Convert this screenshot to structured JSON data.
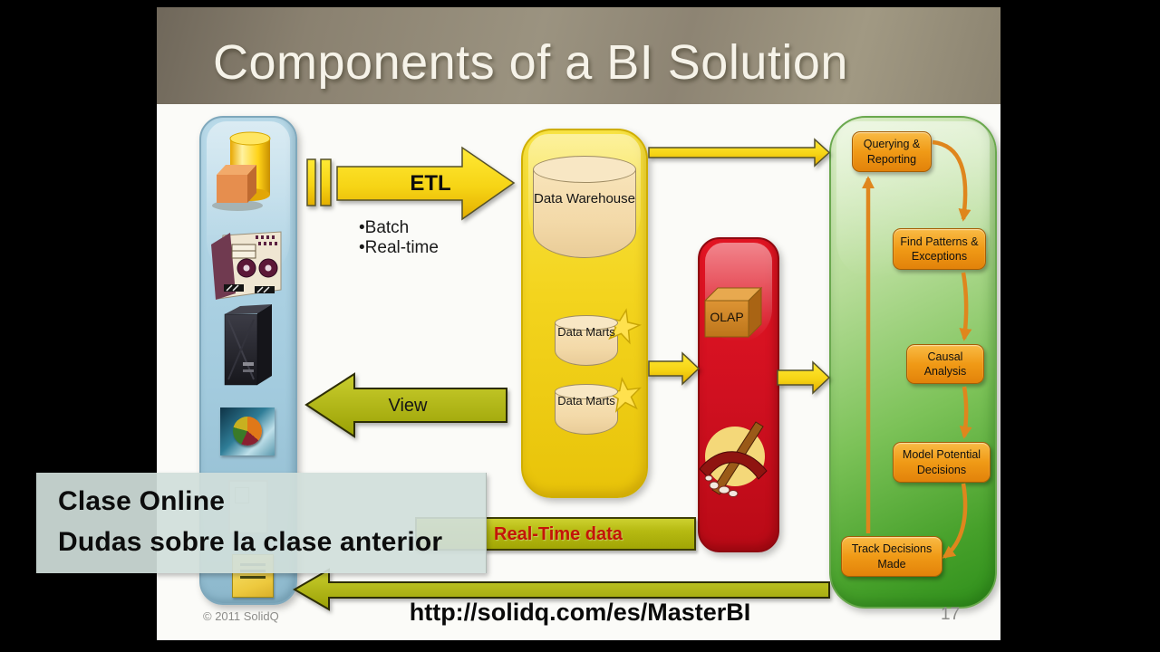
{
  "slide": {
    "title": "Components of a BI Solution",
    "footer_url": "http://solidq.com/es/MasterBI",
    "copyright": "© 2011 SolidQ",
    "page_number": "17"
  },
  "etl": {
    "label": "ETL",
    "bullet_1": "•Batch",
    "bullet_2": "•Real-time"
  },
  "view_flow": {
    "label": "View"
  },
  "warehouse": {
    "label": "Data Warehouse"
  },
  "data_mart_1": {
    "label": "Data Marts"
  },
  "data_mart_2": {
    "label": "Data Marts"
  },
  "olap": {
    "label": "OLAP"
  },
  "realtime_banner": {
    "label": "Real-Time data"
  },
  "analysis_flow": {
    "steps": [
      {
        "label": "Querying & Reporting"
      },
      {
        "label": "Find Patterns & Exceptions"
      },
      {
        "label": "Causal Analysis"
      },
      {
        "label": "Model Potential Decisions"
      },
      {
        "label": "Track Decisions Made"
      }
    ]
  },
  "caption_overlay": {
    "line1": "Clase Online",
    "line2": "Dudas sobre la clase anterior"
  },
  "icons": {
    "sources_panel": [
      "database-cube-icon",
      "mainframe-tape-icon",
      "server-tower-icon",
      "pie-chart-photo-icon",
      "document-icon",
      "sticky-note-icon"
    ],
    "olap_panel": [
      "olap-cube-icon",
      "data-mining-pickaxe-icon"
    ],
    "warehouse_panel": [
      "star-icon",
      "star-icon"
    ]
  },
  "colors": {
    "header_band": "#8e8573",
    "slide_background": "#fbfbf8",
    "sources_panel_blue": "#a6ccde",
    "warehouse_panel_yellow": "#f0d01a",
    "olap_panel_red": "#d21120",
    "analysis_panel_green": "#58a937",
    "step_button_orange": "#ef9a16",
    "arrow_yellow": "#f6d916",
    "arrow_olive": "#b0b40c",
    "banner_text_red": "#c41408"
  }
}
